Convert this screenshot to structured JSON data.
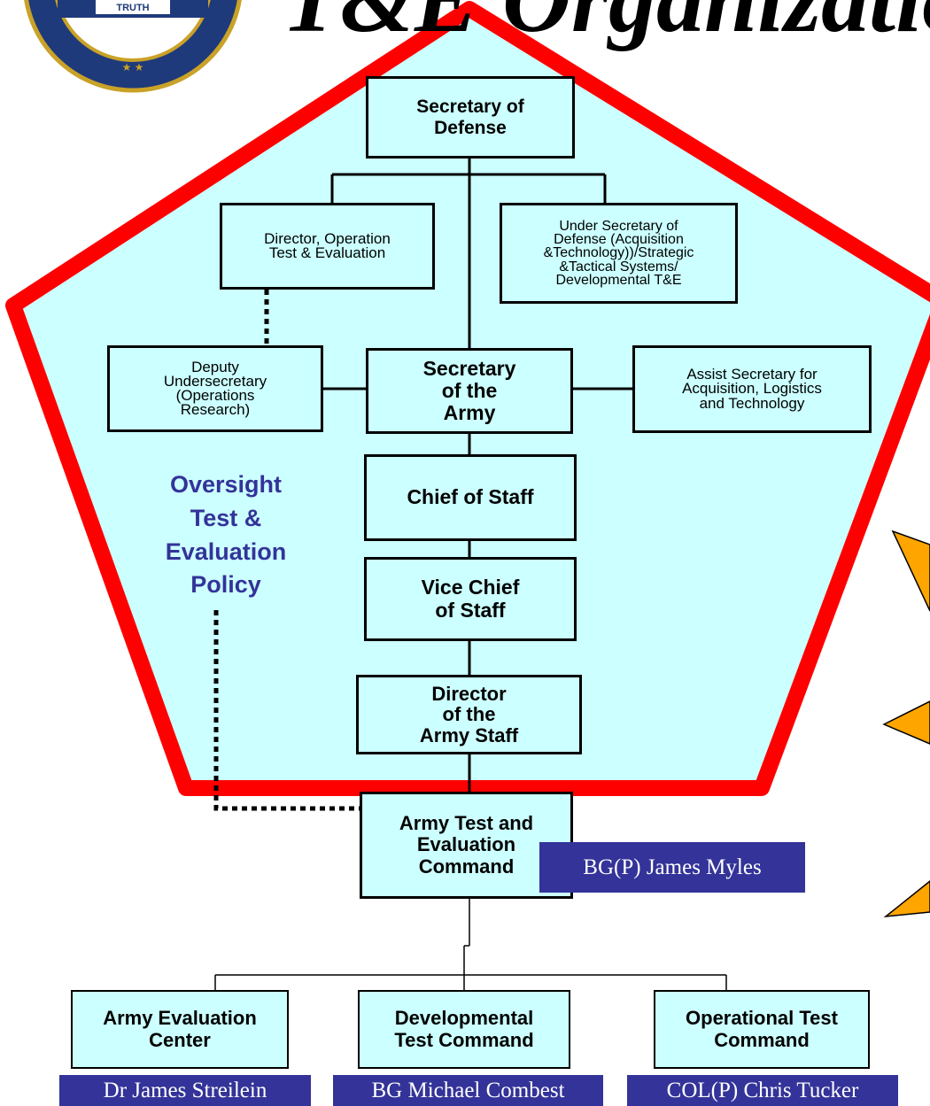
{
  "header": {
    "title": "T&E Organization",
    "seal_text": "TRUTH"
  },
  "colors": {
    "pentagon_fill": "#ccffff",
    "pentagon_border": "#ff0000",
    "box_fill": "#ccffff",
    "name_tag_bg": "#333399",
    "name_tag_text": "#ffffff",
    "oversight_text": "#333399",
    "arrow_fill": "#ffa500"
  },
  "org": {
    "secdef": "Secretary of\nDefense",
    "dote": "Director, Operation\nTest & Evaluation",
    "usd_at": "Under Secretary of\nDefense (Acquisition\n&Technology))/Strategic\n&Tactical Systems/\nDevelopmental T&E",
    "dusa_or": "Deputy\nUndersecretary\n(Operations\nResearch)",
    "sec_army": "Secretary\nof the\nArmy",
    "asa_alt": "Assist Secretary for\nAcquisition, Logistics\nand Technology",
    "csa": "Chief of Staff",
    "vcsa": "Vice Chief\nof Staff",
    "das": "Director\nof the\nArmy Staff",
    "atec": "Army Test and\nEvaluation\nCommand",
    "aec": "Army Evaluation\nCenter",
    "dtc": "Developmental\nTest Command",
    "otc": "Operational Test\nCommand"
  },
  "oversight_label": "Oversight\nTest &\nEvaluation\nPolicy",
  "people": {
    "atec_commander": "BG(P) James Myles",
    "aec_director": "Dr James Streilein",
    "dtc_commander": "BG Michael Combest",
    "otc_commander": "COL(P) Chris Tucker"
  }
}
